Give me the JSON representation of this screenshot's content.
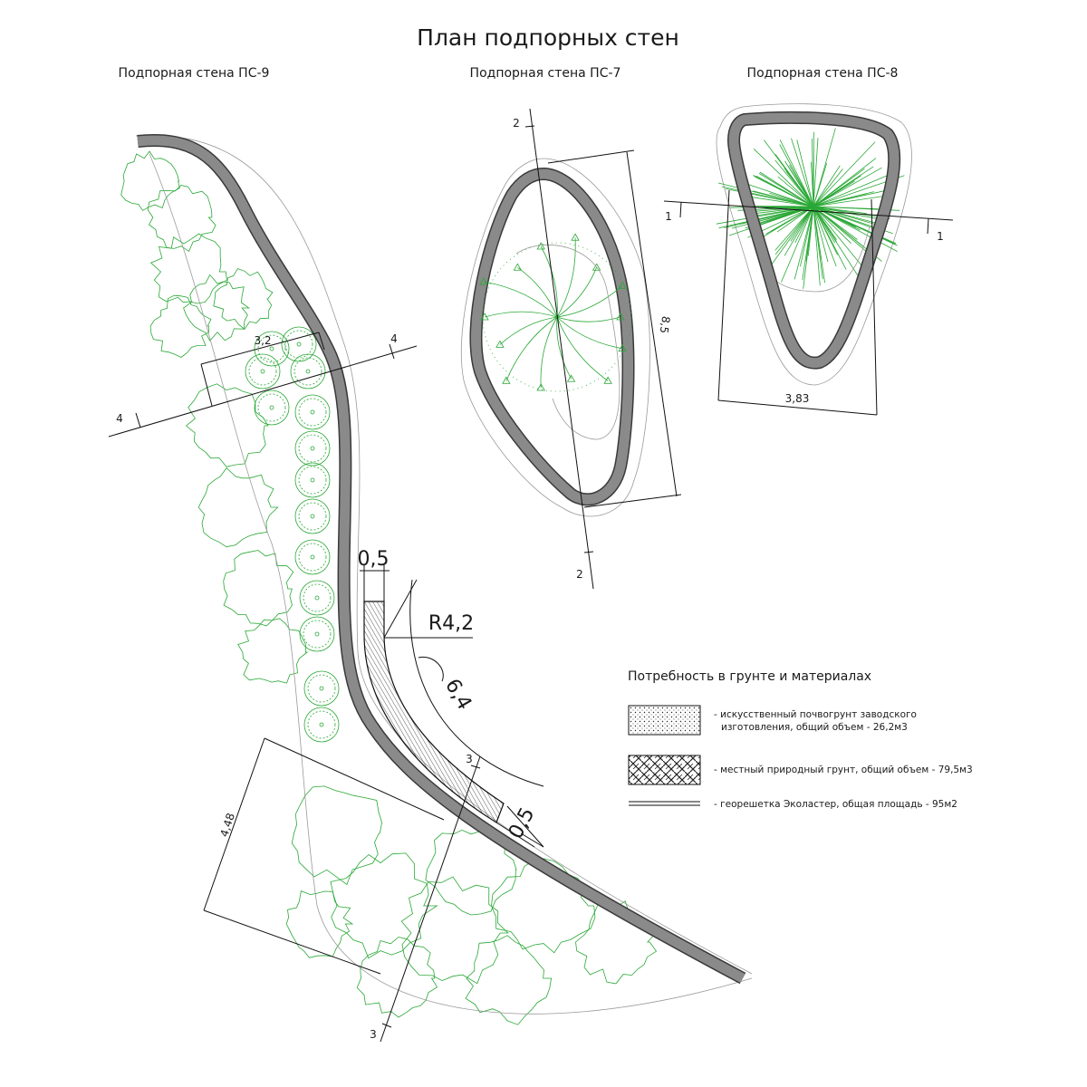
{
  "title": "План подпорных стен",
  "walls": {
    "ps9": {
      "label": "Подпорная стена ПС-9"
    },
    "ps7": {
      "label": "Подпорная стена ПС-7"
    },
    "ps8": {
      "label": "Подпорная стена ПС-8"
    }
  },
  "dimensions": {
    "ps9_width": "3,2",
    "ps9_length": "4,48",
    "detail_width_top": "0,5",
    "detail_radius": "R4,2",
    "detail_arc": "6,4",
    "detail_width_bottom": "0,5",
    "ps7_length": "8,5",
    "ps8_width": "3,83"
  },
  "sections": {
    "s1": "1",
    "s2": "2",
    "s3": "3",
    "s4": "4"
  },
  "legend": {
    "title": "Потребность в грунте и материалах",
    "items": [
      {
        "line1": "- искусственный почвогрунт заводского",
        "line2": "изготовления, общий объем - 26,2м3"
      },
      {
        "line1": "- местный природный грунт, общий объем - 79,5м3",
        "line2": ""
      },
      {
        "line1": "- георешетка Эколастер, общая площадь - 95м2",
        "line2": ""
      }
    ]
  },
  "colors": {
    "plant": "#2aa836",
    "wall": "#8a8a8a",
    "wall_edge": "#3a3a3a"
  }
}
